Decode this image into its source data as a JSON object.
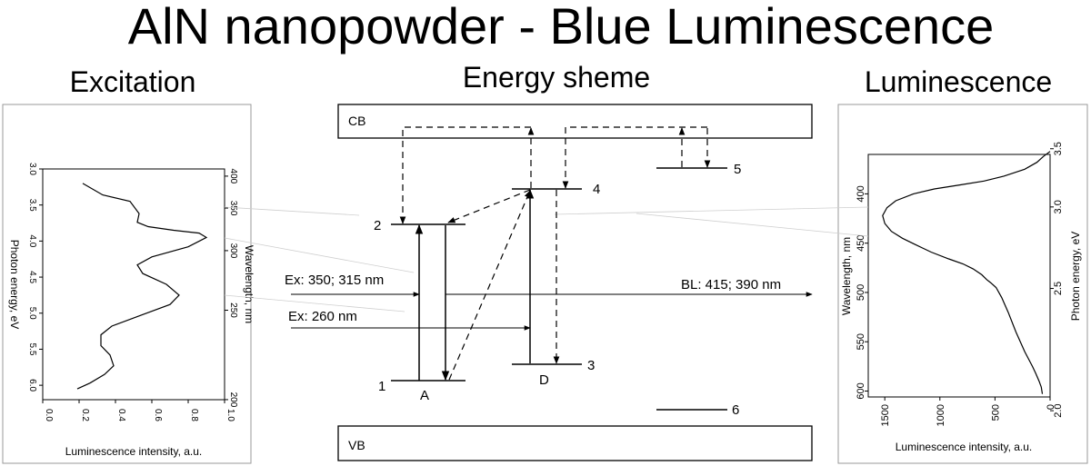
{
  "title": "AlN nanopowder - Blue Luminescence",
  "panels": {
    "excitation_heading": "Excitation",
    "energy_heading": "Energy sheme",
    "luminescence_heading": "Luminescence"
  },
  "energy_scheme": {
    "bands": {
      "cb": "CB",
      "vb": "VB"
    },
    "levels": [
      "1",
      "2",
      "3",
      "4",
      "5",
      "6"
    ],
    "centers": [
      "A",
      "D"
    ],
    "transitions": {
      "ex1": "Ex: 350; 315 nm",
      "ex2": "Ex: 260 nm",
      "bl": "BL: 415; 390 nm"
    }
  },
  "chart_data": [
    {
      "type": "line",
      "xlabel": "Luminescence intensity, a.u.",
      "ylabel": "Photon energy, eV",
      "y2label": "Wavelength, nm",
      "xlim": [
        0.0,
        1.0
      ],
      "ylim": [
        3.0,
        6.2
      ],
      "y_inverted": true,
      "x_ticks": [
        "0.0",
        "0.2",
        "0.4",
        "0.6",
        "0.8",
        "1.0"
      ],
      "y_ticks": [
        "3.0",
        "3.5",
        "4.0",
        "4.5",
        "5.0",
        "5.5",
        "6.0"
      ],
      "y2_ticks": [
        "400",
        "350",
        "300",
        "250",
        "200"
      ],
      "series": [
        {
          "x": [
            0.22,
            0.33,
            0.48,
            0.53,
            0.52,
            0.58,
            0.72,
            0.86,
            0.9,
            0.8,
            0.6,
            0.52,
            0.55,
            0.68,
            0.75,
            0.7,
            0.55,
            0.38,
            0.32,
            0.32,
            0.37,
            0.39,
            0.34,
            0.26,
            0.19
          ],
          "y": [
            3.2,
            3.36,
            3.45,
            3.62,
            3.74,
            3.8,
            3.85,
            3.89,
            3.95,
            4.08,
            4.22,
            4.33,
            4.45,
            4.6,
            4.75,
            4.88,
            5.02,
            5.18,
            5.3,
            5.45,
            5.58,
            5.73,
            5.85,
            5.97,
            6.05
          ]
        }
      ]
    },
    {
      "type": "line",
      "xlabel": "Luminescence intensity, a.u.",
      "ylabel": "Wavelength, nm",
      "y2label": "Photon energy, eV",
      "xlim": [
        1650,
        0
      ],
      "ylim": [
        360,
        606
      ],
      "x_ticks": [
        "1500",
        "1000",
        "500",
        "0"
      ],
      "y_ticks": [
        "400",
        "450",
        "500",
        "550",
        "600"
      ],
      "y2_ticks": [
        "3.5",
        "3.0",
        "2.5",
        "2.0"
      ],
      "series": [
        {
          "x": [
            0,
            60,
            120,
            230,
            420,
            600,
            820,
            1050,
            1240,
            1400,
            1480,
            1520,
            1500,
            1440,
            1340,
            1230,
            1080,
            920,
            790,
            700,
            620,
            575,
            540,
            490,
            440,
            380,
            310,
            230,
            160,
            130,
            100,
            80,
            70
          ],
          "y": [
            357,
            362,
            368,
            375,
            382,
            387,
            391,
            395,
            400,
            407,
            414,
            422,
            430,
            438,
            445,
            451,
            459,
            466,
            471,
            476,
            482,
            487,
            490,
            495,
            505,
            520,
            540,
            560,
            575,
            582,
            590,
            596,
            603
          ]
        }
      ]
    }
  ]
}
